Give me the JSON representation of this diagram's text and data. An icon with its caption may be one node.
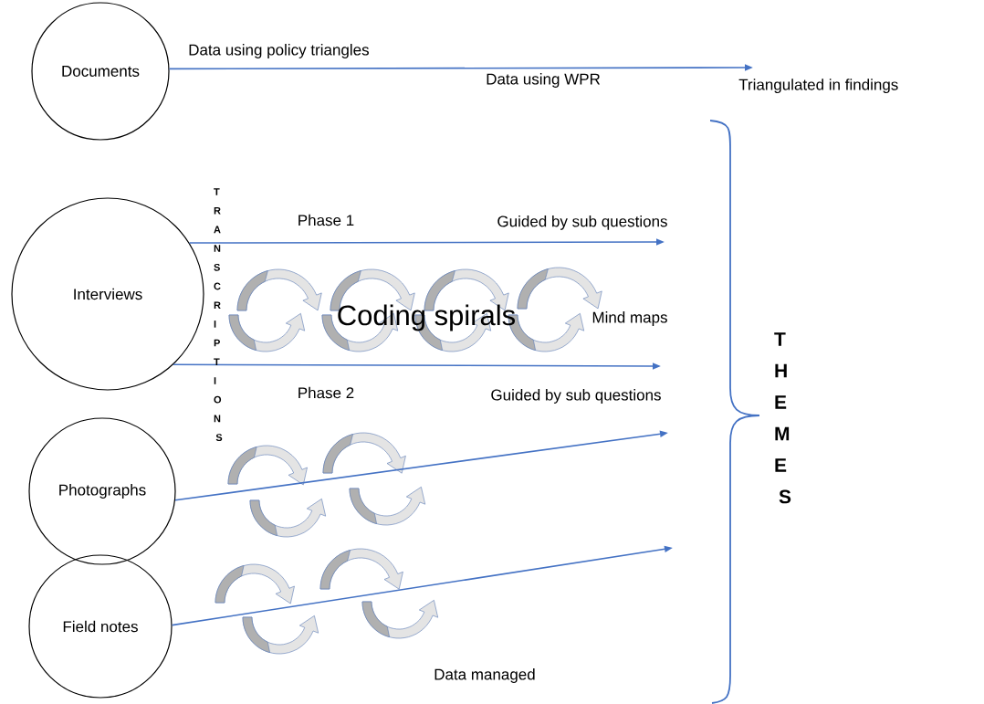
{
  "diagram": {
    "nodes": [
      {
        "text": [
          "Documents"
        ]
      },
      {
        "text": [
          "Interviews"
        ]
      },
      {
        "text": [
          "Photographs"
        ]
      },
      {
        "text": [
          "Field notes"
        ]
      },
      {
        "text": [
          "Triangulated in findings"
        ]
      },
      {
        "text": [
          "Guided by sub questions"
        ]
      }
    ],
    "edges": [
      {
        "from": 0,
        "to": 4,
        "arrow": "to"
      },
      {
        "from": 1,
        "to": 5,
        "arrow": "to"
      },
      {
        "from": 1,
        "to": null,
        "arrow": "to"
      },
      {
        "from": 2,
        "to": null,
        "arrow": "to"
      },
      {
        "from": 3,
        "to": null,
        "arrow": "to"
      }
    ],
    "labels": [
      "Data using policy triangles",
      "Data using WPR",
      "TRANSCRIPTIONS",
      "Phase 1",
      "Coding spirals",
      "Mind maps",
      "THEMES",
      "Phase 2",
      "Guided by sub questions",
      "Data managed"
    ]
  }
}
